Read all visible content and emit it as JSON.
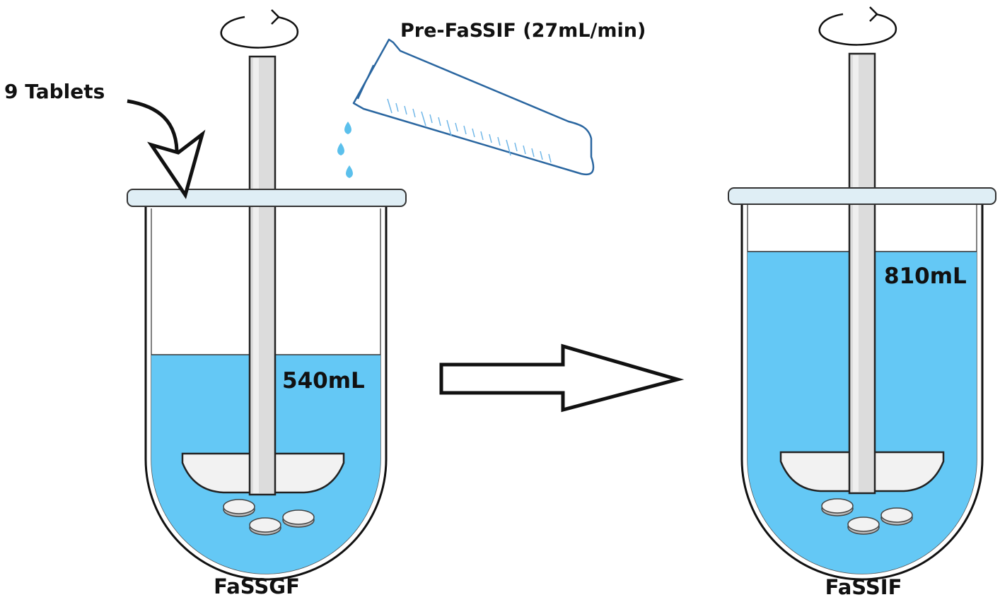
{
  "tablets_label": "9 Tablets",
  "media_addition_label": "Pre-FaSSIF (27mL/min)",
  "left_vessel": {
    "volume_label": "540mL",
    "medium_label": "FaSSGF",
    "tablets_visible": 3
  },
  "right_vessel": {
    "volume_label": "810mL",
    "medium_label": "FaSSIF",
    "tablets_visible": 3
  },
  "colors": {
    "liquid": "#64c8f5",
    "lid": "#dfeef5",
    "shaft": "#dcdcdc",
    "tube_outline": "#2a66a0",
    "drop": "#5bc0ec",
    "tablet": "#f2f2f2",
    "outline": "#111111"
  }
}
